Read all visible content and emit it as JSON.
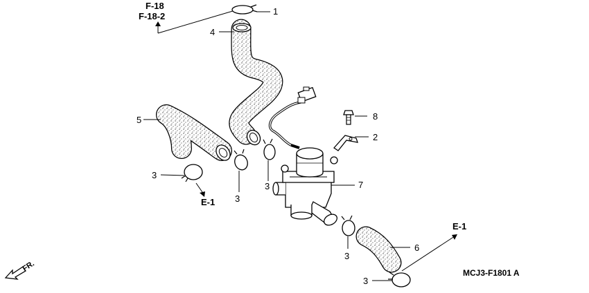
{
  "references": {
    "top_1": "F-18",
    "top_2": "F-18-2",
    "e1_left": "E-1",
    "e1_right": "E-1"
  },
  "callouts": {
    "c1": "1",
    "c2": "2",
    "c3a": "3",
    "c3b": "3",
    "c3c": "3",
    "c3d": "3",
    "c3e": "3",
    "c4": "4",
    "c5": "5",
    "c6": "6",
    "c7": "7",
    "c8": "8"
  },
  "direction": "FR.",
  "diagram_code": "MCJ3-F1801 A"
}
